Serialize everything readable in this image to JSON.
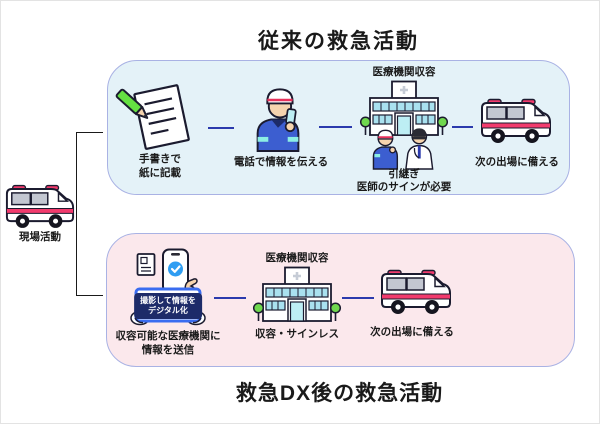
{
  "colors": {
    "panel_blue_bg": "#e4f2f8",
    "panel_pink_bg": "#fbe8ec",
    "panel_border": "#a9b2e4",
    "connector_blue": "#2b3aad",
    "flow_line_black": "#1a1a1a",
    "text": "#1a1a1a",
    "ambulance_stripe": "#f23b6d",
    "check_blue": "#2f9df2",
    "badge_navy": "#1d2b69",
    "tablet_frame_blue": "#3a6cf0",
    "uniform_blue": "#3c5ed0",
    "mint_accent": "#8ceee4",
    "tree_green": "#6fd84e",
    "pencil_green": "#65e042",
    "hospital_window_cyan": "#a9e1ef"
  },
  "titles": {
    "top": "従来の救急活動",
    "bottom": "救急DX後の救急活動"
  },
  "scene": {
    "field_ambulance_label": "現場活動"
  },
  "traditional_flow": {
    "handwrite_label_line1": "手書きで",
    "handwrite_label_line2": "紙に記載",
    "phone_label": "電話で情報を伝える",
    "hospital_label": "医療機関収容",
    "handover_label_line1": "引継ぎ",
    "handover_label_line2": "医師のサインが必要",
    "ambulance_label": "次の出場に備える"
  },
  "dx_flow": {
    "tablet_badge_line1": "撮影して情報を",
    "tablet_badge_line2": "デジタル化",
    "send_label_line1": "収容可能な医療機関に",
    "send_label_line2": "情報を送信",
    "hospital_label": "医療機関収容",
    "admission_label": "収容・サインレス",
    "ambulance_label": "次の出場に備える"
  }
}
